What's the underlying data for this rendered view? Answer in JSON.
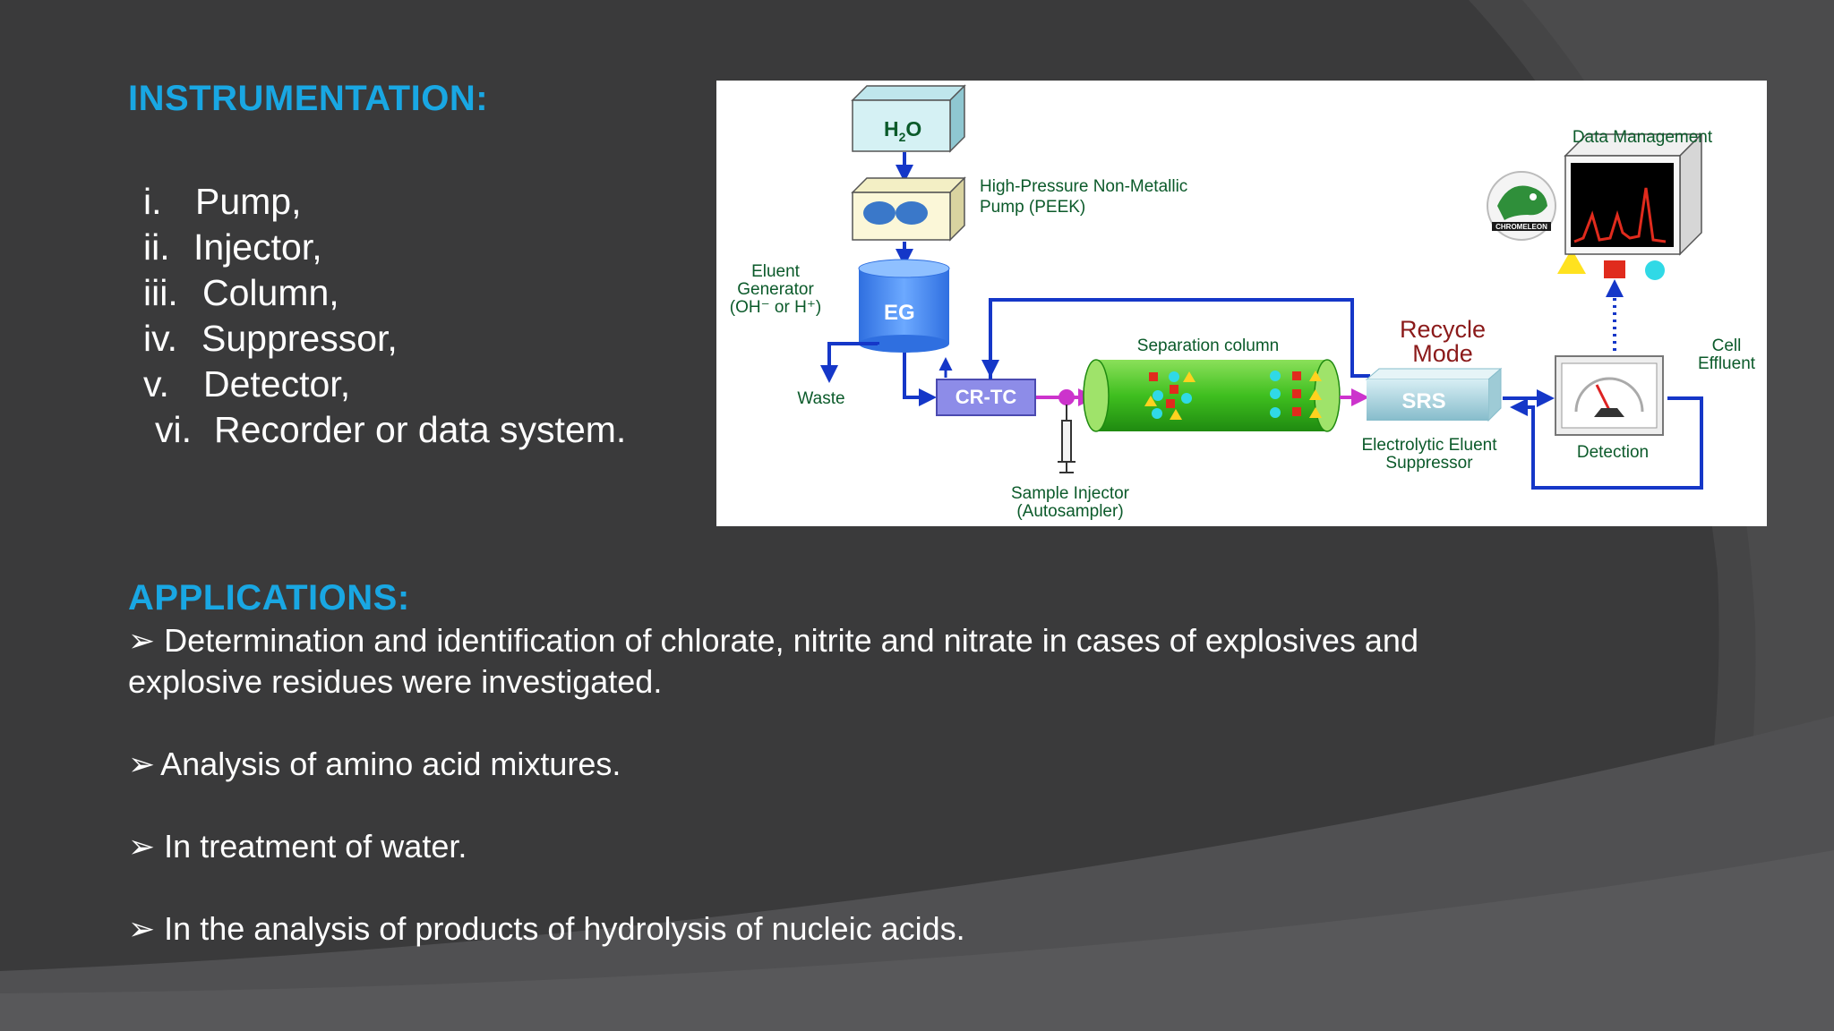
{
  "slide": {
    "instrumentation_heading": "INSTRUMENTATION:",
    "instruments": [
      {
        "num": "i.",
        "text": "Pump,"
      },
      {
        "num": "ii.",
        "text": "Injector,"
      },
      {
        "num": "iii.",
        "text": "Column,"
      },
      {
        "num": "iv.",
        "text": "Suppressor,"
      },
      {
        "num": "v.",
        "text": "Detector,"
      },
      {
        "num": "vi.",
        "text": "Recorder or data system."
      }
    ],
    "applications_heading": "APPLICATIONS:",
    "bullet_symbol": "➢",
    "applications": [
      "Determination and identification of chlorate, nitrite and nitrate in cases of explosives and explosive residues were investigated.",
      "Analysis of amino acid mixtures.",
      "In treatment of water.",
      "In the analysis of products of hydrolysis of nucleic acids."
    ]
  },
  "diagram": {
    "h2o": "H",
    "h2o_sub": "2",
    "h2o_tail": "O",
    "pump_label_1": "High-Pressure Non-Metallic",
    "pump_label_2": "Pump (PEEK)",
    "eg": "EG",
    "eluent_1": "Eluent",
    "eluent_2": "Generator",
    "eluent_3": "(OH⁻ or H⁺)",
    "waste": "Waste",
    "crtc": "CR-TC",
    "separation": "Separation column",
    "recycle_1": "Recycle",
    "recycle_2": "Mode",
    "srs": "SRS",
    "suppressor_1": "Electrolytic Eluent",
    "suppressor_2": "Suppressor",
    "detection": "Detection",
    "cell_1": "Cell",
    "cell_2": "Effluent",
    "data_management": "Data Management",
    "chromeleon": "CHROMELEON",
    "injector_1": "Sample Injector",
    "injector_2": "(Autosampler)",
    "colors": {
      "flow": "#1537c8",
      "accent": "#19a7e3",
      "recycle": "#8b1a1a",
      "column": "#3fbf1f"
    }
  }
}
